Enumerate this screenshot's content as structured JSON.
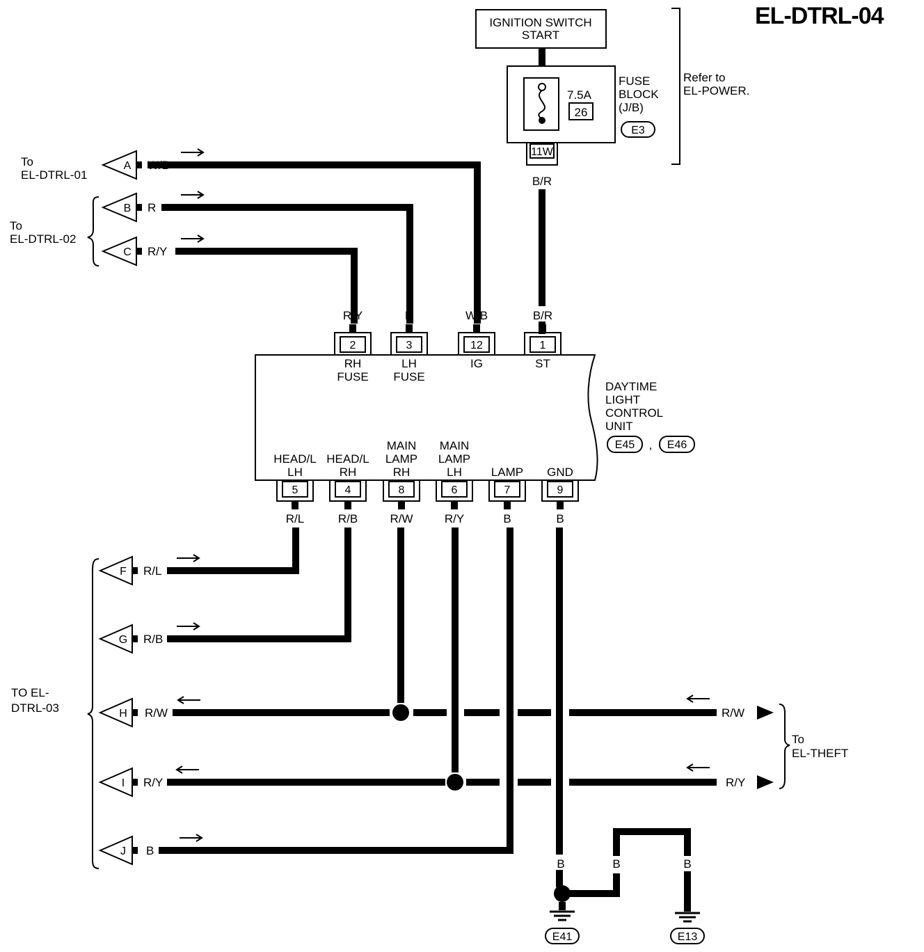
{
  "title": "EL-DTRL-04",
  "ignition": {
    "line1": "IGNITION SWITCH",
    "line2": "START"
  },
  "fuse": {
    "amps": "7.5A",
    "number": "26",
    "block_l1": "FUSE",
    "block_l2": "BLOCK",
    "block_l3": "(J/B)",
    "connector": "E3",
    "terminal": "11W",
    "wire": "B/R"
  },
  "refer": {
    "line1": "Refer to",
    "line2": "EL-POWER."
  },
  "to_dtrl01": {
    "line1": "To",
    "line2": "EL-DTRL-01"
  },
  "to_dtrl02": {
    "line1": "To",
    "line2": "EL-DTRL-02"
  },
  "to_dtrl03": {
    "line1": "TO EL-",
    "line2": "DTRL-03"
  },
  "to_theft": {
    "line1": "To",
    "line2": "EL-THEFT"
  },
  "left_connectors": [
    {
      "letter": "A",
      "color": "W/B"
    },
    {
      "letter": "B",
      "color": "R"
    },
    {
      "letter": "C",
      "color": "R/Y"
    },
    {
      "letter": "F",
      "color": "R/L"
    },
    {
      "letter": "G",
      "color": "R/B"
    },
    {
      "letter": "H",
      "color": "R/W"
    },
    {
      "letter": "I",
      "color": "R/Y"
    },
    {
      "letter": "J",
      "color": "B"
    }
  ],
  "right_connectors": [
    {
      "color": "R/W"
    },
    {
      "color": "R/Y"
    }
  ],
  "unit": {
    "l1": "DAYTIME",
    "l2": "LIGHT",
    "l3": "CONTROL",
    "l4": "UNIT",
    "conn1": "E45",
    "sep": ",",
    "conn2": "E46"
  },
  "top_pins": [
    {
      "num": "2",
      "wire": "R/Y",
      "n1": "RH",
      "n2": "FUSE"
    },
    {
      "num": "3",
      "wire": "R",
      "n1": "LH",
      "n2": "FUSE"
    },
    {
      "num": "12",
      "wire": "W/B",
      "n1": "IG",
      "n2": ""
    },
    {
      "num": "1",
      "wire": "B/R",
      "n1": "ST",
      "n2": ""
    }
  ],
  "bottom_pins": [
    {
      "num": "5",
      "wire": "R/L",
      "n1": "",
      "n2": "HEAD/L",
      "n3": "LH"
    },
    {
      "num": "4",
      "wire": "R/B",
      "n1": "",
      "n2": "HEAD/L",
      "n3": "RH"
    },
    {
      "num": "8",
      "wire": "R/W",
      "n1": "MAIN",
      "n2": "LAMP",
      "n3": "RH"
    },
    {
      "num": "6",
      "wire": "R/Y",
      "n1": "MAIN",
      "n2": "LAMP",
      "n3": "LH"
    },
    {
      "num": "7",
      "wire": "B",
      "n1": "",
      "n2": "",
      "n3": "LAMP"
    },
    {
      "num": "9",
      "wire": "B",
      "n1": "",
      "n2": "",
      "n3": "GND"
    }
  ],
  "ground": {
    "w1": "B",
    "w2": "B",
    "w3": "B",
    "g1": "E41",
    "g2": "E13"
  }
}
